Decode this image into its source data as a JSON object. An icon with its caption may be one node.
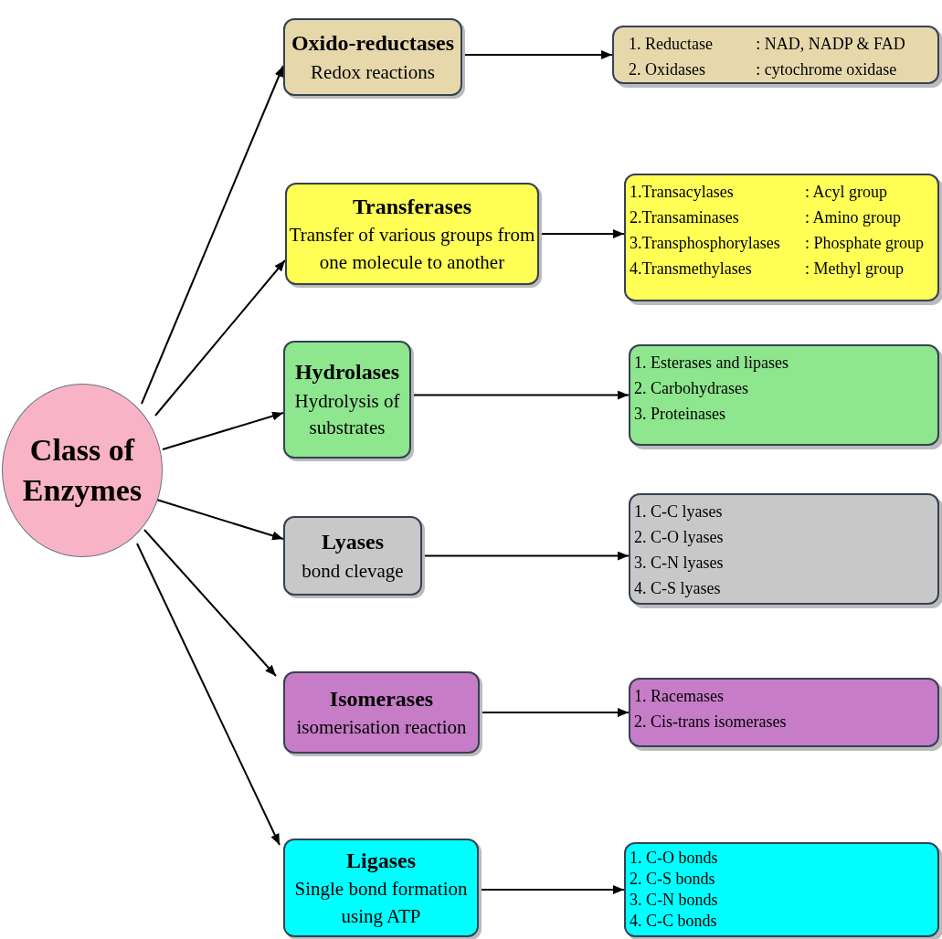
{
  "diagram": {
    "nodes": [
      {
        "text": [
          "Class of Enzymes"
        ]
      },
      {
        "text": [
          "Oxido-reductases",
          "Redox reactions"
        ]
      },
      {
        "text": [
          "1. Reductase",
          ": NAD, NADP & FAD",
          "2. Oxidases",
          ": cytochrome oxidase"
        ]
      },
      {
        "text": [
          "Transferases",
          "Transfer of various groups from one molecule to another"
        ]
      },
      {
        "text": [
          "1.Transacylases",
          ": Acyl group",
          "2.Transaminases",
          ": Amino group",
          "3.Transphosphorylases",
          ": Phosphate group",
          "4.Transmethylases",
          ": Methyl group"
        ]
      },
      {
        "text": [
          "Hydrolases",
          "Hydrolysis of substrates"
        ]
      },
      {
        "text": [
          "1. Esterases and lipases",
          "2. Carbohydrases",
          "3. Proteinases"
        ]
      },
      {
        "text": [
          "Lyases",
          "bond clevage"
        ]
      },
      {
        "text": [
          "1. C-C lyases",
          "2. C-O lyases",
          "3. C-N lyases",
          "4. C-S lyases"
        ]
      },
      {
        "text": [
          "Isomerases",
          "isomerisation reaction"
        ]
      },
      {
        "text": [
          "1. Racemases",
          "2. Cis-trans isomerases"
        ]
      },
      {
        "text": [
          "Ligases",
          "Single bond formation using ATP"
        ]
      },
      {
        "text": [
          "1. C-O bonds",
          "2. C-S bonds",
          "3. C-N bonds",
          "4. C-C bonds"
        ]
      }
    ],
    "edges": [
      {
        "from": 0,
        "to": 1,
        "arrow": "to"
      },
      {
        "from": 0,
        "to": 3,
        "arrow": "to"
      },
      {
        "from": 0,
        "to": 5,
        "arrow": "to"
      },
      {
        "from": 0,
        "to": 7,
        "arrow": "to"
      },
      {
        "from": 0,
        "to": 9,
        "arrow": "to"
      },
      {
        "from": 0,
        "to": 11,
        "arrow": "to"
      },
      {
        "from": 1,
        "to": 2,
        "arrow": "to"
      },
      {
        "from": 3,
        "to": 4,
        "arrow": "to"
      },
      {
        "from": 5,
        "to": 6,
        "arrow": "to"
      },
      {
        "from": 7,
        "to": 8,
        "arrow": "to"
      },
      {
        "from": 9,
        "to": 10,
        "arrow": "to"
      },
      {
        "from": 11,
        "to": 12,
        "arrow": "to"
      }
    ]
  }
}
